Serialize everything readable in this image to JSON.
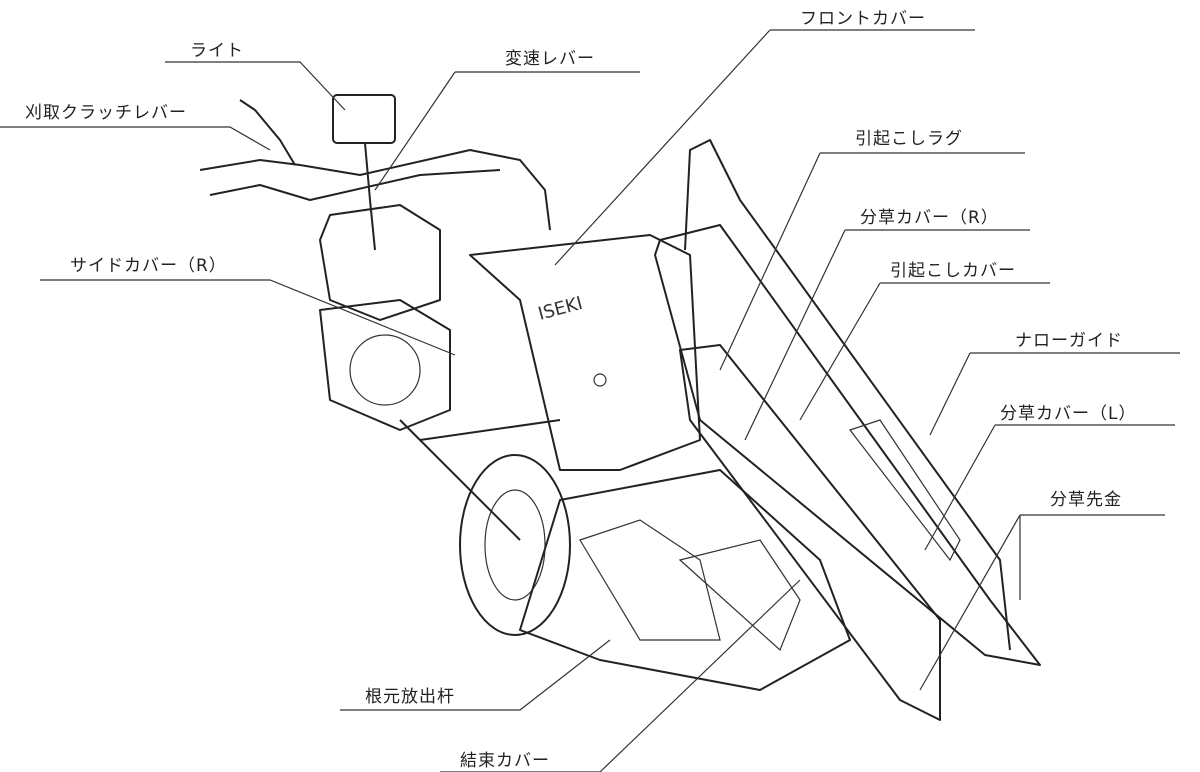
{
  "labels": {
    "front_cover": "フロントカバー",
    "light": "ライト",
    "shift_lever": "変速レバー",
    "reaper_clutch_lever": "刈取クラッチレバー",
    "raising_lug": "引起こしラグ",
    "divider_cover_r": "分草カバー（R）",
    "side_cover_r": "サイドカバー（R）",
    "raising_cover": "引起こしカバー",
    "narrow_guide": "ナローガイド",
    "divider_cover_l": "分草カバー（L）",
    "divider_tip": "分草先金",
    "root_discharge_rod": "根元放出杆",
    "binding_cover": "結束カバー"
  },
  "machine": {
    "brand": "ISEKI"
  }
}
